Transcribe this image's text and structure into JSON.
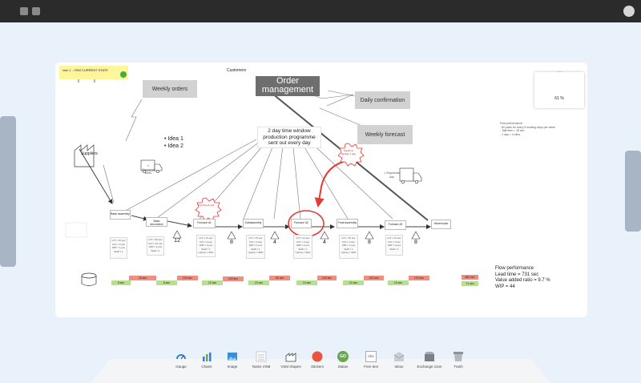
{
  "board": {
    "title_sticky": "vsm 1 - VSM CURRENT STATE",
    "customers": "Customers",
    "weekly_orders": "Weekly orders",
    "order_management": "Order management",
    "daily_confirmation": "Daily confirmation",
    "weekly_forecast": "Weekly forecast",
    "suppliers": "Suppliers",
    "ideas": [
      "• Idea 1",
      "• Idea 2"
    ],
    "truck_left": "1 Shipments week",
    "truck_right": "1 Shipments day",
    "time_window": "2 day time window production programme sent out every day",
    "gauge_value": "61 %",
    "flow_perf_small_title": "Flow performance",
    "flow_perf_small_lines": [
      "- 60 parts for every 5 working days per week",
      "- Takt time = 15 sec",
      "- 1 day = 4 mins"
    ],
    "burst_1": "Part flow & cell",
    "burst_2": "Switch to kanban 1 day",
    "processes": [
      "Base assembly",
      "Base decoration",
      "Furnace #1",
      "Subassembly",
      "Furnace #2",
      "Final assembly",
      "Furnace #3",
      "Warehouse"
    ],
    "inventory_numbers": [
      "12",
      "8",
      "4",
      "4",
      "8",
      "8"
    ],
    "process_data": [
      [
        "C/T = 15 sec",
        "C/O = 0 sec",
        "WIP = 1 pcs",
        "Staff = 1"
      ],
      [
        "C/T = 60 sec",
        "C/O = 10 min",
        "WIP = 2 pcs",
        "Staff = 1"
      ],
      [
        "C/T = 12 sec",
        "C/O = 0 sec",
        "WIP = 4 pcs",
        "Staff = 1",
        "Uptime = 96%"
      ],
      [
        "C/T = 15 sec",
        "C/O = 0 sec",
        "WIP = 1 pcs",
        "Staff = 1",
        "Uptime = 88%"
      ],
      [
        "C/T = 12 sec",
        "C/O = 0 sec",
        "WIP = 4 pcs",
        "Staff = 1",
        "Uptime = 96%"
      ],
      [
        "C/T = 15 sec",
        "C/O = 0 sec",
        "WIP = 1 pcs",
        "Staff = 1",
        "Uptime = 90%"
      ],
      [
        "C/T = 12 sec",
        "C/O = 0 sec",
        "WIP = 4 pcs",
        "Staff = 1"
      ]
    ],
    "timeline_red": [
      "15 sec",
      "120 sec",
      "100 sec",
      "60 sec",
      "120 sec",
      "120 sec",
      "120 sec",
      "660 sec"
    ],
    "timeline_green": [
      "8 sec",
      "8 sec",
      "12 sec",
      "10 sec",
      "14 sec",
      "10 sec",
      "10 sec",
      "71 sec"
    ],
    "flow_perf_title": "Flow performance",
    "lead_time": "Lead time = 731 sec",
    "value_added": "Value added ratio = 9.7 %",
    "wip": "WIP = 44"
  },
  "toolbar": {
    "tools": [
      "Gauge",
      "Charts",
      "Image",
      "Notes VSM",
      "VSM shapes",
      "Stickers",
      "Status",
      "Free text",
      "Inbox",
      "Exchange zone",
      "Trash"
    ],
    "status_icon_text": "GO",
    "freetext_icon_text": "Abc"
  },
  "colors": {
    "titlebar": "#2b2b2b",
    "background": "#e9f1fb",
    "accent_red": "#e53935",
    "green": "#6aa84f"
  }
}
